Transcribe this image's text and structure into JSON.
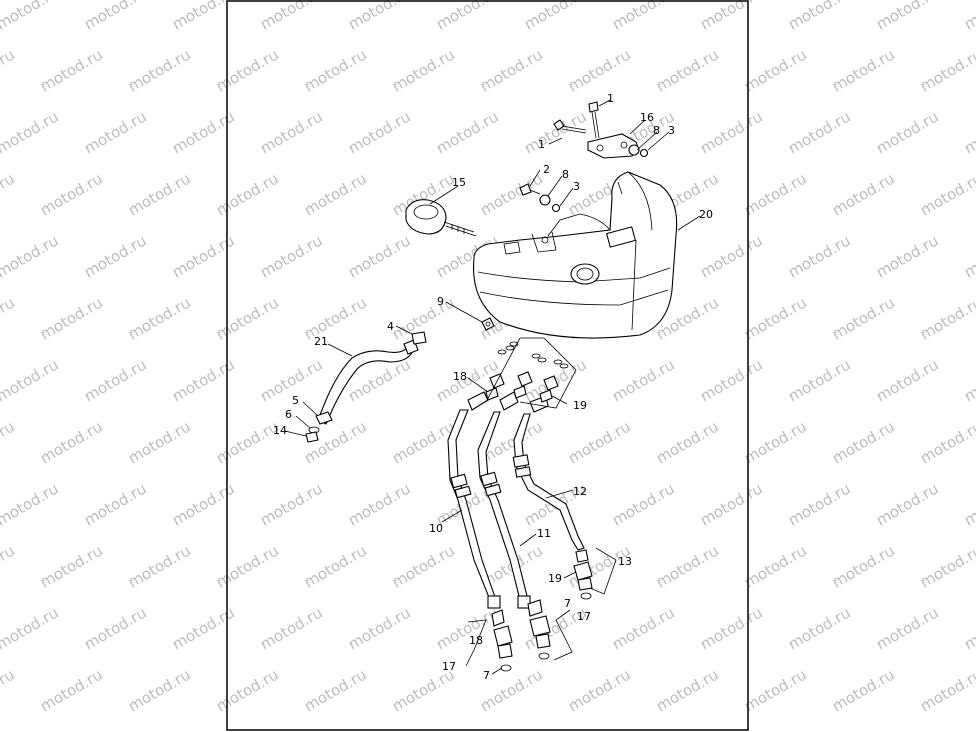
{
  "watermark": "motod.ru",
  "callouts": [
    "1",
    "1",
    "16",
    "8",
    "3",
    "2",
    "8",
    "3",
    "15",
    "20",
    "9",
    "4",
    "21",
    "18",
    "19",
    "5",
    "6",
    "14",
    "12",
    "10",
    "11",
    "13",
    "19",
    "7",
    "17",
    "18",
    "17",
    "7"
  ]
}
